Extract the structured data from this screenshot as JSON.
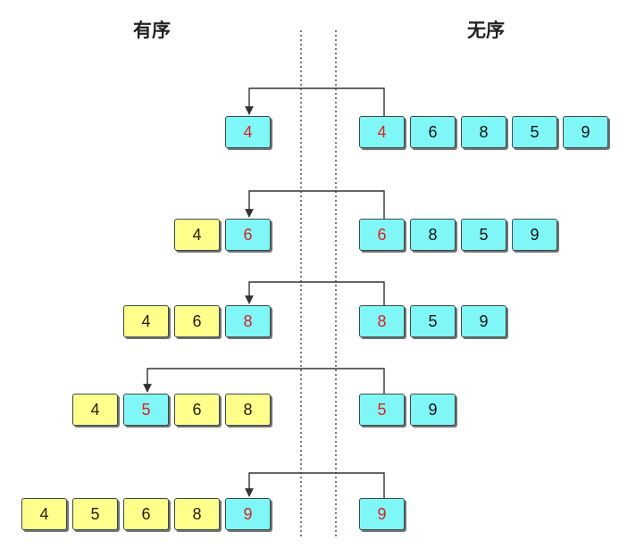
{
  "headings": {
    "sorted": "有序",
    "unsorted": "无序"
  },
  "colors": {
    "sorted_fill": "#ffff8c",
    "unsorted_fill": "#7ff7f7",
    "active_text": "#e02020",
    "line": "#333333"
  },
  "rows": [
    {
      "sorted": [],
      "inserted": "4",
      "unsorted": [
        "4",
        "6",
        "8",
        "5",
        "9"
      ]
    },
    {
      "sorted": [
        "4"
      ],
      "inserted": "6",
      "unsorted": [
        "6",
        "8",
        "5",
        "9"
      ]
    },
    {
      "sorted": [
        "4",
        "6"
      ],
      "inserted": "8",
      "unsorted": [
        "8",
        "5",
        "9"
      ]
    },
    {
      "sorted": [
        "4",
        "6",
        "8"
      ],
      "inserted": "5",
      "unsorted": [
        "5",
        "9"
      ]
    },
    {
      "sorted": [
        "4",
        "5",
        "6",
        "8"
      ],
      "inserted": "9",
      "unsorted": [
        "9"
      ]
    }
  ]
}
